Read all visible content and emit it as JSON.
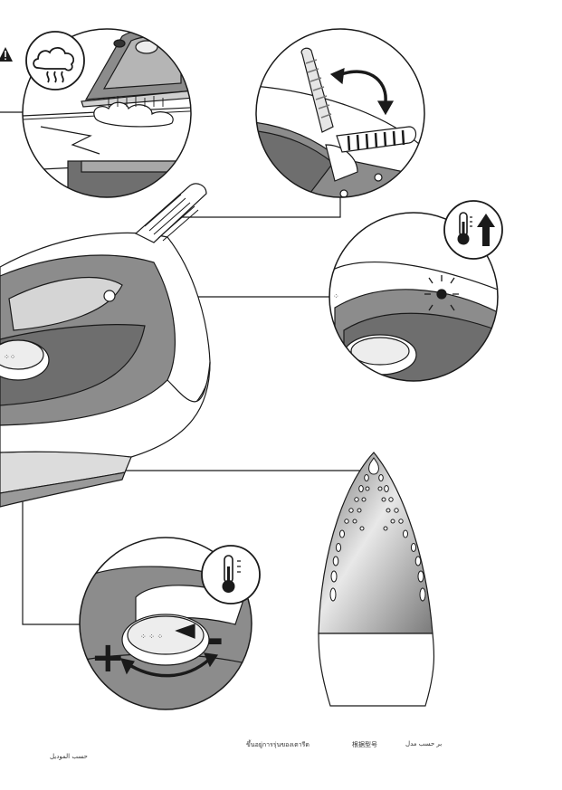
{
  "warning_icon": "warning-triangle-icon",
  "icons": {
    "steam": "steam-cloud-icon",
    "temp_up": "thermometer-arrow-up-icon",
    "temperature": "thermometer-icon",
    "rotate": "curved-arrow-icon"
  },
  "dial": {
    "plus": "+",
    "minus": "-"
  },
  "captions": {
    "thai": "ขึ้นอยู่การรุ่นของเตารีด",
    "chinese": "根据型号",
    "persian": "بر حسب مدل",
    "arabic": "حسب الموديل"
  },
  "colors": {
    "iron_gray": "#8c8c8c",
    "dark_gray": "#5f5f5f",
    "light_gray": "#d9d9d9",
    "outline": "#1a1a1a"
  }
}
